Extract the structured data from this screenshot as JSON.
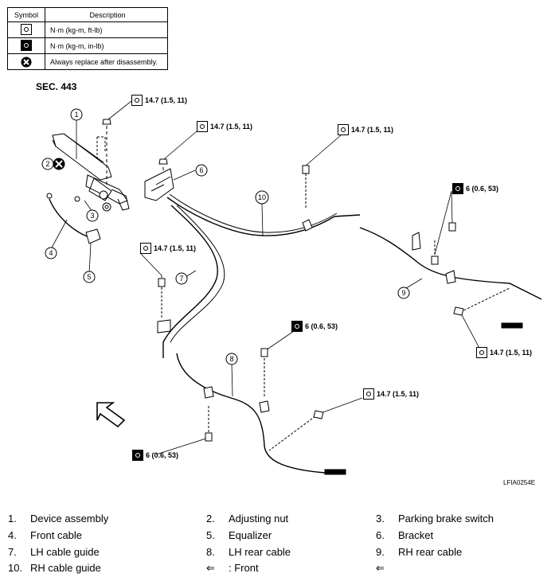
{
  "legend": {
    "header_symbol": "Symbol",
    "header_description": "Description",
    "rows": [
      {
        "icon": "torque-wrench-icon",
        "text": "N·m (kg-m, ft-lb)"
      },
      {
        "icon": "torque-wrench-dark-icon",
        "text": "N·m (kg-m, in-lb)"
      },
      {
        "icon": "replace-x-icon",
        "text": "Always replace after disassembly."
      }
    ]
  },
  "section": "SEC. 443",
  "figure_code": "LFIA0254E",
  "torques": {
    "t1": "14.7 (1.5, 11)",
    "t2": "14.7 (1.5, 11)",
    "t3": "14.7 (1.5, 11)",
    "t4": "14.7 (1.5, 11)",
    "t5": "14.7 (1.5, 11)",
    "t6": "14.7 (1.5, 11)",
    "s1": "6 (0.6, 53)",
    "s2": "6 (0.6, 53)",
    "s3": "6 (0.6, 53)"
  },
  "callouts": [
    "1",
    "2",
    "3",
    "4",
    "5",
    "6",
    "7",
    "8",
    "9",
    "10"
  ],
  "parts": [
    {
      "num": "1.",
      "name": "Device assembly"
    },
    {
      "num": "2.",
      "name": "Adjusting nut"
    },
    {
      "num": "3.",
      "name": "Parking brake switch"
    },
    {
      "num": "4.",
      "name": "Front cable"
    },
    {
      "num": "5.",
      "name": "Equalizer"
    },
    {
      "num": "6.",
      "name": "Bracket"
    },
    {
      "num": "7.",
      "name": "LH cable guide"
    },
    {
      "num": "8.",
      "name": "LH rear cable"
    },
    {
      "num": "9.",
      "name": "RH rear cable"
    },
    {
      "num": "10.",
      "name": "RH cable guide"
    },
    {
      "num": "⇐",
      "name": ": Front"
    },
    {
      "num": "⇐",
      "name": ""
    }
  ]
}
